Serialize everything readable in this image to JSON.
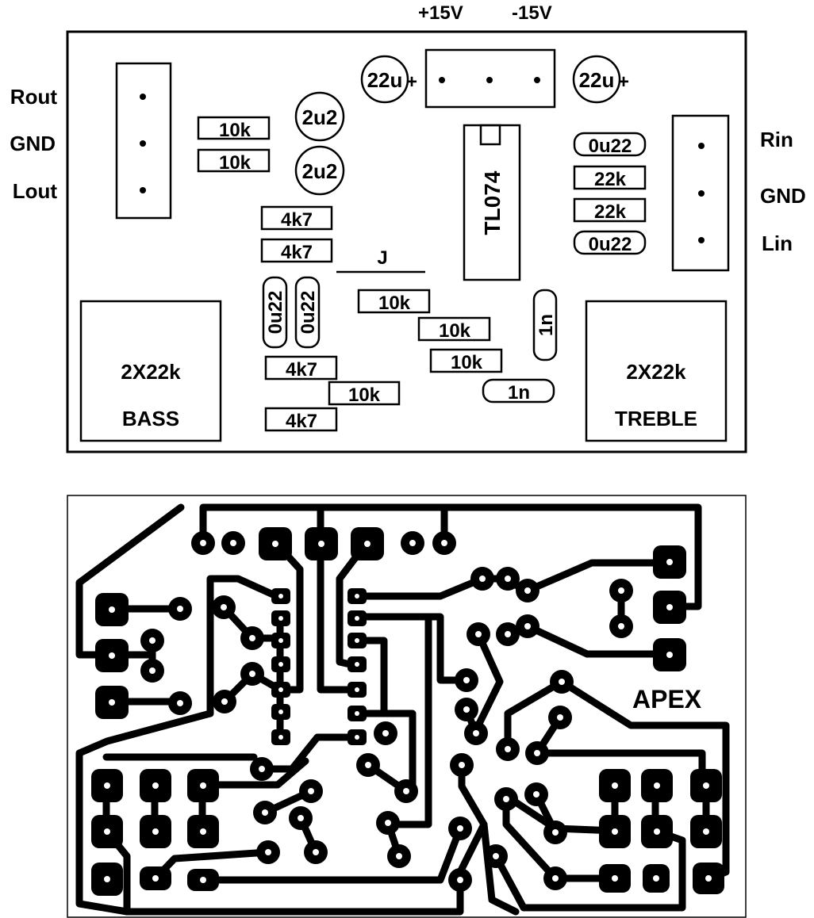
{
  "power": {
    "plus": "+15V",
    "minus": "-15V"
  },
  "left_connector": {
    "top": "Rout",
    "mid": "GND",
    "bottom": "Lout"
  },
  "right_connector": {
    "top": "Rin",
    "mid": "GND",
    "bottom": "Lin"
  },
  "caps": {
    "c22u_left": "22u",
    "c22u_right": "22u",
    "plus_sign": "+",
    "c2u2_a": "2u2",
    "c2u2_b": "2u2",
    "c0u22_a": "0u22",
    "c0u22_b": "0u22",
    "c0u22_v1": "0u22",
    "c0u22_v2": "0u22",
    "c1n_v": "1n",
    "c1n_h": "1n"
  },
  "resistors": {
    "r10k_a": "10k",
    "r10k_b": "10k",
    "r4k7_a": "4k7",
    "r4k7_b": "4k7",
    "r22k_a": "22k",
    "r22k_b": "22k",
    "r10k_c": "10k",
    "r10k_d": "10k",
    "r10k_e": "10k",
    "r4k7_c": "4k7",
    "r10k_f": "10k",
    "r4k7_d": "4k7"
  },
  "ic": {
    "label": "TL074"
  },
  "jumper": {
    "label": "J"
  },
  "pots": {
    "bass_value": "2X22k",
    "bass_name": "BASS",
    "treble_value": "2X22k",
    "treble_name": "TREBLE"
  },
  "pcb": {
    "brand": "APEX"
  }
}
